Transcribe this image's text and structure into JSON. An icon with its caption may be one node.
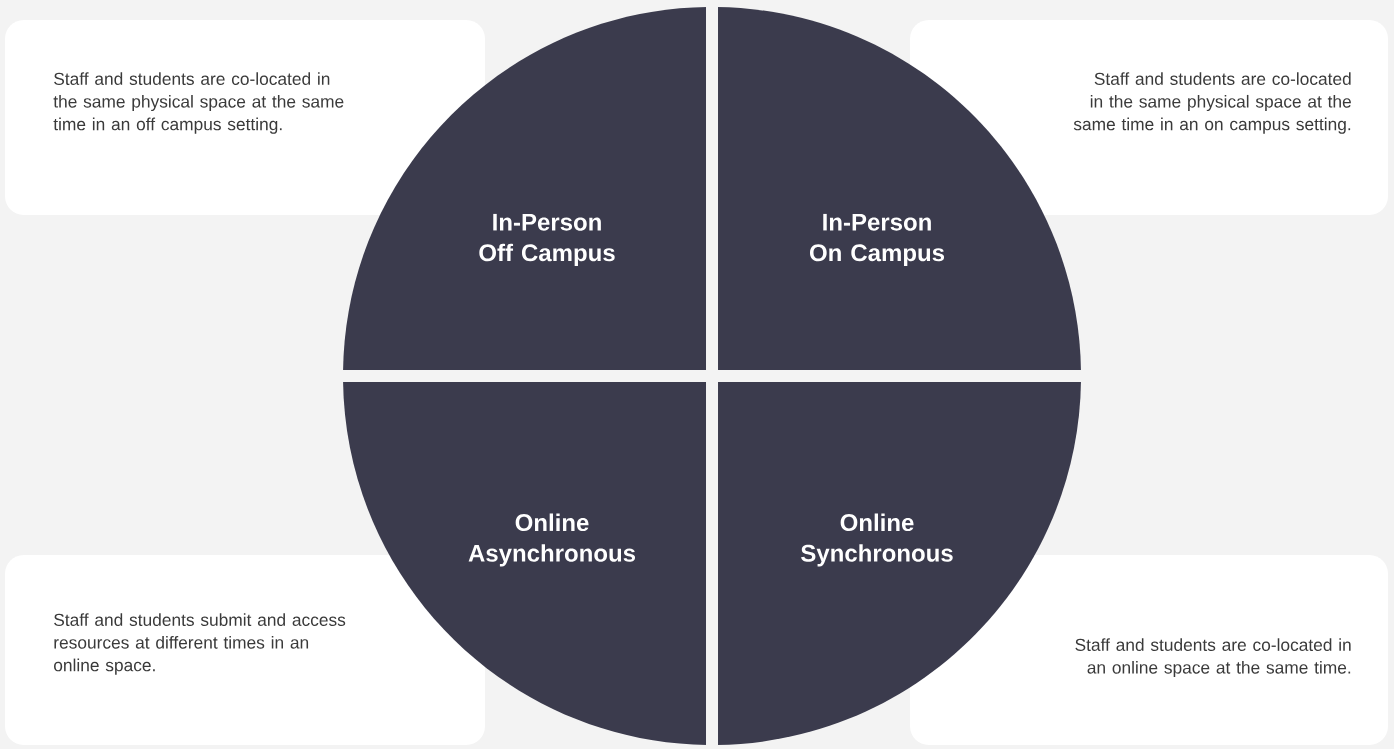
{
  "diagram": {
    "nodes": [
      {
        "text": [
          "Staff and students are co-located in the same physical space at the same time in an off campus setting."
        ]
      },
      {
        "text": [
          "Staff and students are co-located in the same physical space at the same time in an on campus setting."
        ]
      },
      {
        "text": [
          "In-Person Off Campus"
        ]
      },
      {
        "text": [
          "In-Person On Campus"
        ]
      },
      {
        "text": [
          "Online Asynchronous"
        ]
      },
      {
        "text": [
          "Online Synchronous"
        ]
      },
      {
        "text": [
          "Staff and students submit and access resources at different times in an online space."
        ]
      },
      {
        "text": [
          "Staff and students are co-located in an online space at the same time."
        ]
      }
    ]
  }
}
